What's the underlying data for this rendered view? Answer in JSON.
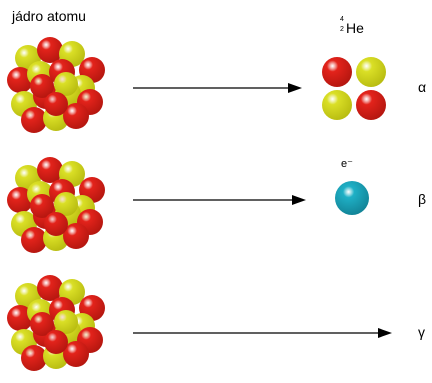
{
  "title": "jádro atomu",
  "rows": [
    {
      "particle": {
        "symbol": "He",
        "mass_number": "4",
        "atomic_number": "2"
      },
      "greek": "α"
    },
    {
      "particle": {
        "symbol": "e⁻"
      },
      "greek": "β"
    },
    {
      "greek": "γ"
    }
  ],
  "colors": {
    "red": "#e3231b",
    "yellow": "#d7dc1c",
    "teal": "#1aa3b9",
    "arrow": "#000000"
  }
}
